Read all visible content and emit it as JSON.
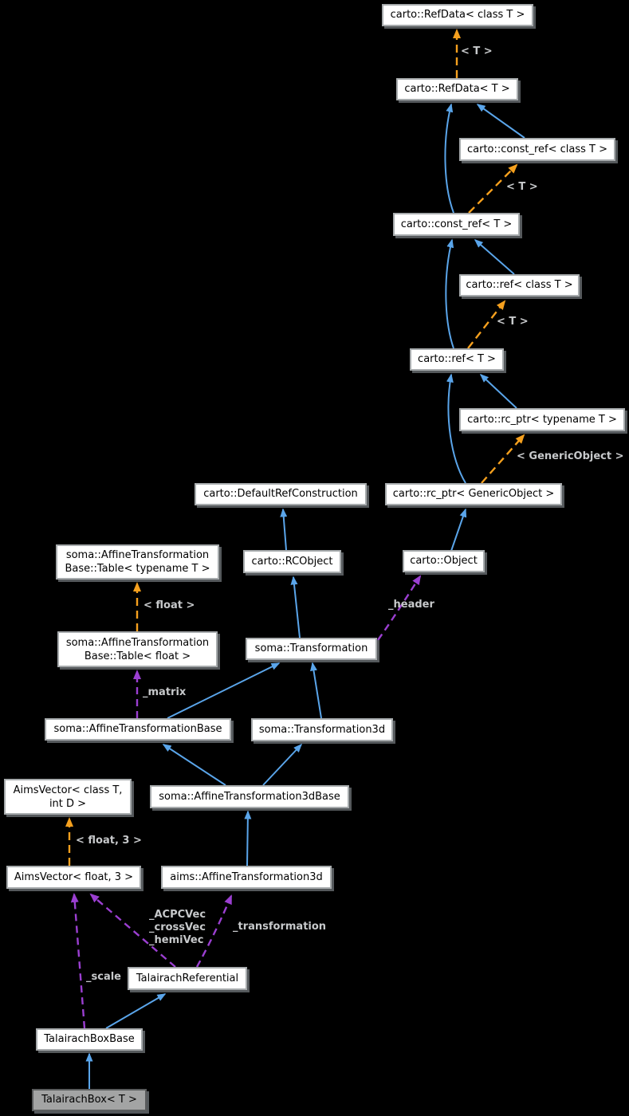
{
  "diagram": {
    "type": "class-inheritance-graph",
    "background": "#000000",
    "colors": {
      "inheritance_edge": "#5aa5ea",
      "template_instantiation_edge": "#f5a01e",
      "usage_edge": "#9b3fd1",
      "node_fill": "#ffffff",
      "node_border": "#a7abad",
      "node_text": "#000000",
      "current_node_fill": "#a3a4a4",
      "edge_label_text": "#c7c9cb"
    },
    "nodes": {
      "refdata_class_t": {
        "label": "carto::RefData< class T >"
      },
      "refdata_t": {
        "label": "carto::RefData< T >"
      },
      "const_ref_class_t": {
        "label": "carto::const_ref< class T >"
      },
      "const_ref_t": {
        "label": "carto::const_ref< T >"
      },
      "ref_class_t": {
        "label": "carto::ref< class T >"
      },
      "ref_t": {
        "label": "carto::ref< T >"
      },
      "rc_ptr_typename_t": {
        "label": "carto::rc_ptr< typename T >"
      },
      "rc_ptr_genericobject": {
        "label": "carto::rc_ptr< GenericObject >"
      },
      "default_ref_construction": {
        "label": "carto::DefaultRefConstruction"
      },
      "rcobject": {
        "label": "carto::RCObject"
      },
      "object": {
        "label": "carto::Object"
      },
      "table_typename_t": {
        "line1": "soma::AffineTransformation",
        "line2": "Base::Table< typename T >"
      },
      "table_float": {
        "line1": "soma::AffineTransformation",
        "line2": "Base::Table< float >"
      },
      "transformation": {
        "label": "soma::Transformation"
      },
      "affine_transformation_base": {
        "label": "soma::AffineTransformationBase"
      },
      "transformation3d": {
        "label": "soma::Transformation3d"
      },
      "affine_transformation_3d_base": {
        "label": "soma::AffineTransformation3dBase"
      },
      "aimsvector_class_t": {
        "line1": "AimsVector< class T,",
        "line2": "int D >"
      },
      "aimsvector_float_3": {
        "label": "AimsVector< float, 3 >"
      },
      "aims_affine_transformation_3d": {
        "label": "aims::AffineTransformation3d"
      },
      "talairach_referential": {
        "label": "TalairachReferential"
      },
      "talairach_box_base": {
        "label": "TalairachBoxBase"
      },
      "talairach_box_t": {
        "label": "TalairachBox< T >"
      }
    },
    "edge_labels": {
      "refdata_instantiation": "< T >",
      "const_ref_instantiation": "< T >",
      "ref_instantiation": "< T >",
      "rc_ptr_instantiation": "< GenericObject >",
      "table_instantiation": "< float >",
      "aimsvector_instantiation": "< float, 3 >",
      "matrix_member": "_matrix",
      "header_member": "_header",
      "acpcvec_member": "_ACPCVec",
      "crossvec_member": "_crossVec",
      "hemivec_member": "_hemiVec",
      "transformation_member": "_transformation",
      "scale_member": "_scale"
    }
  }
}
